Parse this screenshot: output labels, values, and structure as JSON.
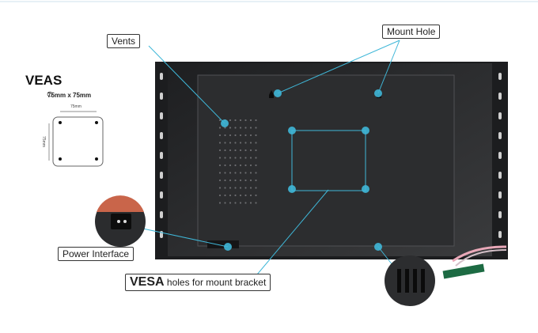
{
  "veas": {
    "title": "VEAS",
    "size_option": "75mm x 75mm",
    "dim_h": "75mm",
    "dim_v": "75mm"
  },
  "labels": {
    "vents": "Vents",
    "mount_hole": "Mount Hole",
    "power_interface": "Power Interface",
    "vesa_bold": "VESA",
    "vesa_rest": " holes for mount bracket"
  },
  "colors": {
    "callout": "#3fb7d8",
    "chassis": "#2a2b2d",
    "accent": "#c9654a"
  }
}
